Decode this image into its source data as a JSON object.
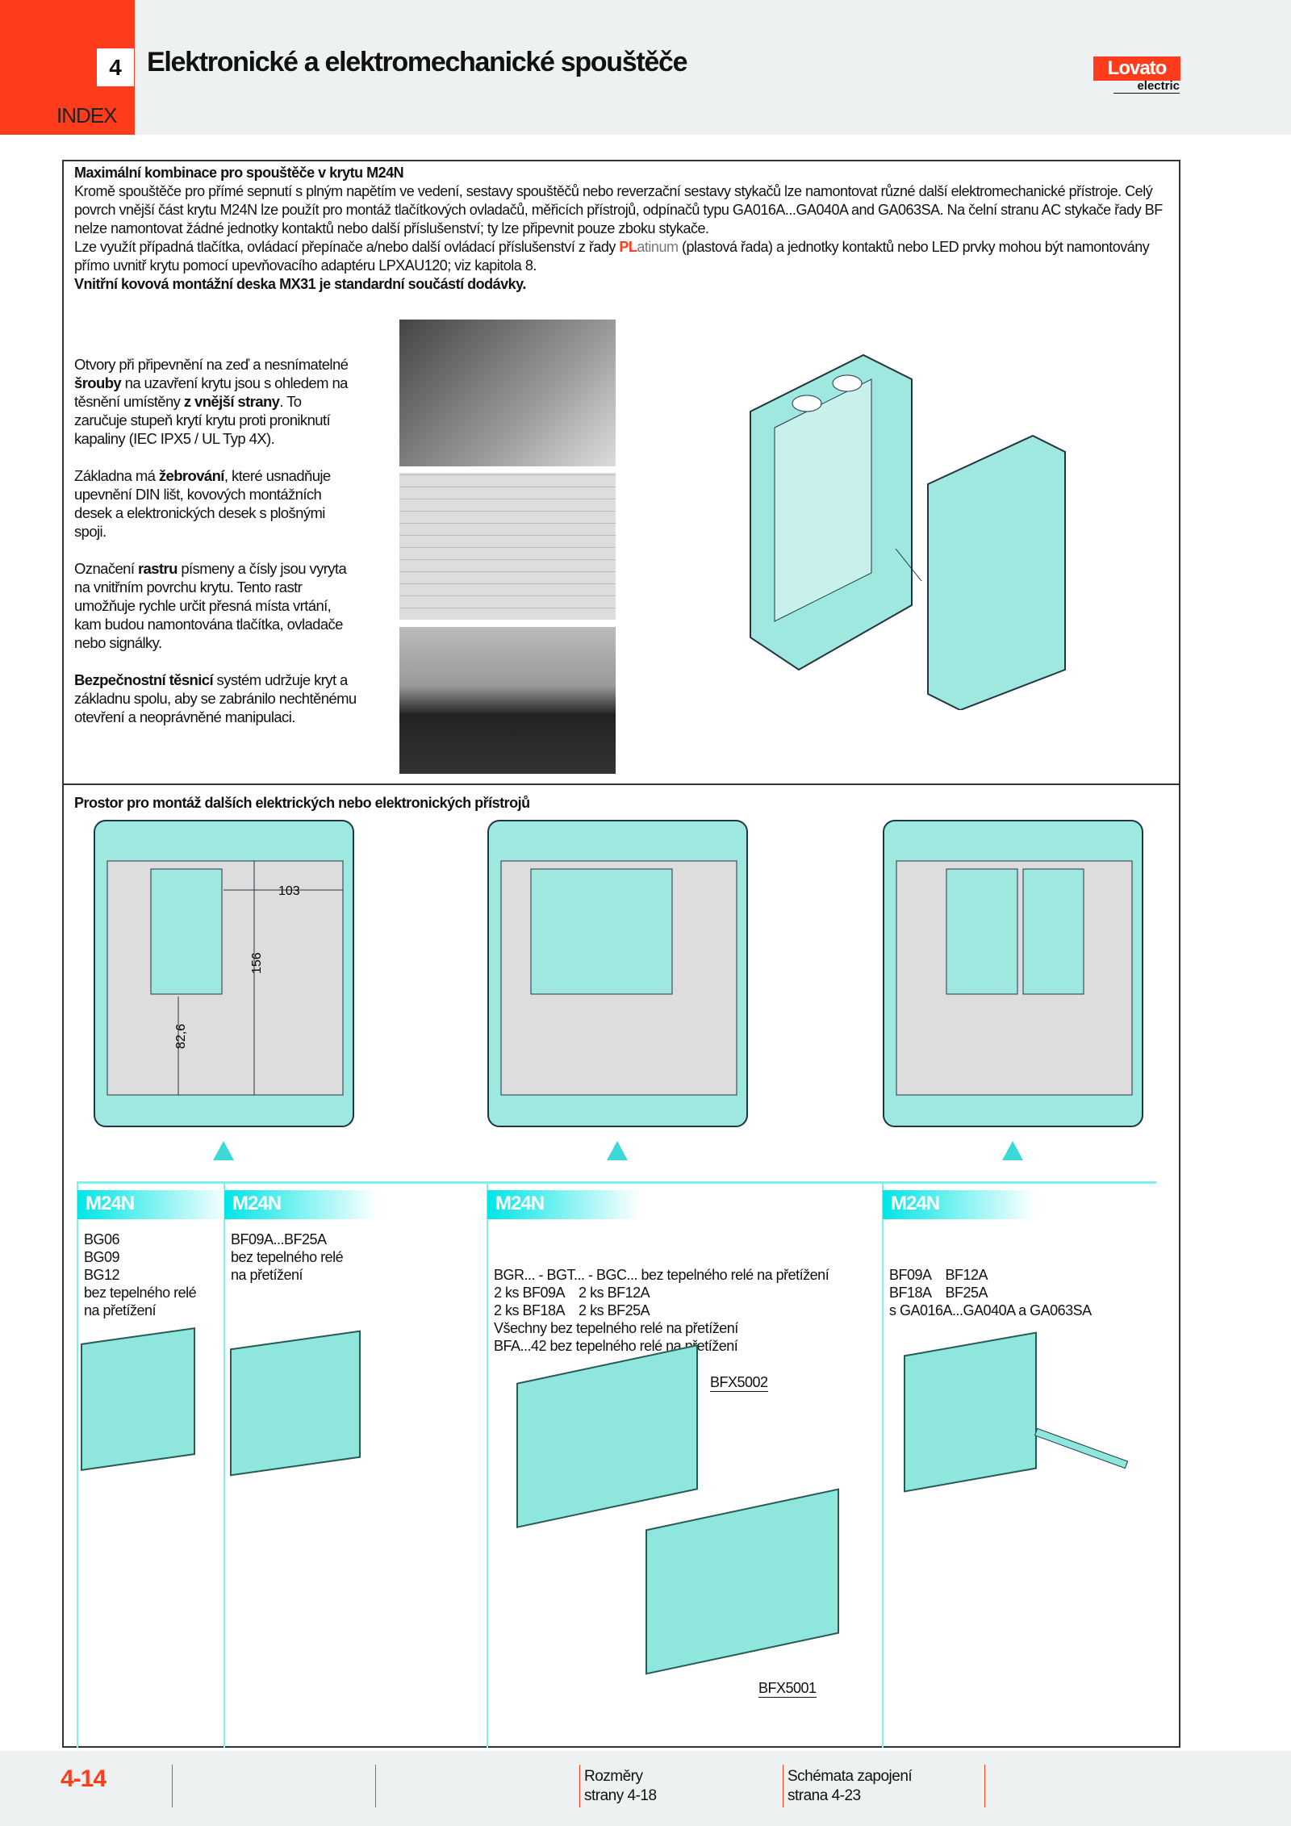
{
  "header": {
    "chapter": "4",
    "index": "INDEX",
    "title": "Elektronické a elektromechanické spouštěče",
    "logo": "Lovato",
    "logo_sub": "electric"
  },
  "intro": {
    "heading": "Maximální kombinace pro spouštěče v krytu M24N",
    "p1": "Kromě spouštěče pro přímé sepnutí s plným napětím ve vedení, sestavy spouštěčů nebo reverzační sestavy stykačů lze namontovat různé další elektromechanické přístroje. Celý povrch vnější část krytu M24N lze použít pro montáž tlačítkových ovladačů, měřicích přístrojů, odpínačů typu GA016A...GA040A and GA063SA. Na čelní stranu AC stykače řady BF nelze namontovat žádné jednotky kontaktů nebo další příslušenství; ty lze připevnit pouze zboku stykače.",
    "p2a": "Lze využít případná tlačítka, ovládací přepínače a/nebo další ovládací příslušenství z řady ",
    "platinum_pl": "PL",
    "platinum_rest": "atinum",
    "p2b": " (plastová řada) a jednotky kontaktů nebo LED prvky mohou být namontovány přímo uvnitř krytu pomocí upevňovacího adaptéru LPXAU120; viz kapitola 8.",
    "p3": "Vnitřní kovová montážní deska MX31 je standardní součástí dodávky."
  },
  "features": [
    {
      "bold1": "",
      "t1": "Otvory při připevnění na zeď a nesnímatelné ",
      "b": "šrouby",
      "t2": " na uzavření krytu jsou s ohledem na těsnění umístěny ",
      "b2": "z vnější strany",
      "t3": ". To zaručuje stupeň krytí krytu proti proniknutí kapaliny (IEC IPX5 / UL Typ 4X)."
    },
    {
      "t1": "Základna má ",
      "b": "žebrování",
      "t2": ", které usnadňuje upevnění DIN lišt, kovových montážních desek a elektronických desek s plošnými spoji."
    },
    {
      "t1": "Označení ",
      "b": "rastru",
      "t2": " písmeny a čísly jsou vyryta na vnitřním povrchu krytu. Tento rastr umožňuje rychle určit přesná místa vrtání, kam budou namontována tlačítka, ovladače nebo signálky."
    },
    {
      "t1": "",
      "b": "Bezpečnostní těsnicí",
      "t2": " systém udržuje kryt a základnu spolu, aby se zabránilo nechtěnému otevření a neoprávněné manipulaci."
    }
  ],
  "section": {
    "title": "Prostor pro montáž dalších elektrických nebo elektronických přístrojů",
    "dims": {
      "w": "103",
      "h": "156",
      "b": "82,6"
    }
  },
  "columns": [
    {
      "tag": "M24N",
      "lines": [
        "BG06",
        "BG09",
        "BG12",
        "bez tepelného relé",
        "na přetížení"
      ]
    },
    {
      "tag": "M24N",
      "lines": [
        "BF09A...BF25A",
        "bez tepelného relé",
        "na přetížení"
      ]
    },
    {
      "tag": "M24N",
      "lines": [
        "BGR... - BGT... - BGC... bez tepelného relé na přetížení",
        "2 ks BF09A    2 ks BF12A",
        "2 ks BF18A    2 ks BF25A",
        "Všechny bez tepelného relé na přetížení",
        "BFA...42 bez tepelného relé na přetížení"
      ],
      "labels": [
        "BFX5002",
        "BFX5001"
      ]
    },
    {
      "tag": "M24N",
      "lines": [
        "BF09A    BF12A",
        "BF18A    BF25A",
        "s GA016A...GA040A a GA063SA"
      ]
    }
  ],
  "footer": {
    "page": "4-14",
    "links": [
      {
        "l1": "Rozměry",
        "l2": "strany 4-18"
      },
      {
        "l1": "Schémata zapojení",
        "l2": "strana 4-23"
      }
    ]
  },
  "colors": {
    "red": "#ff3d1c",
    "cyan": "#00e5e5",
    "teal": "#8fe6dc"
  }
}
